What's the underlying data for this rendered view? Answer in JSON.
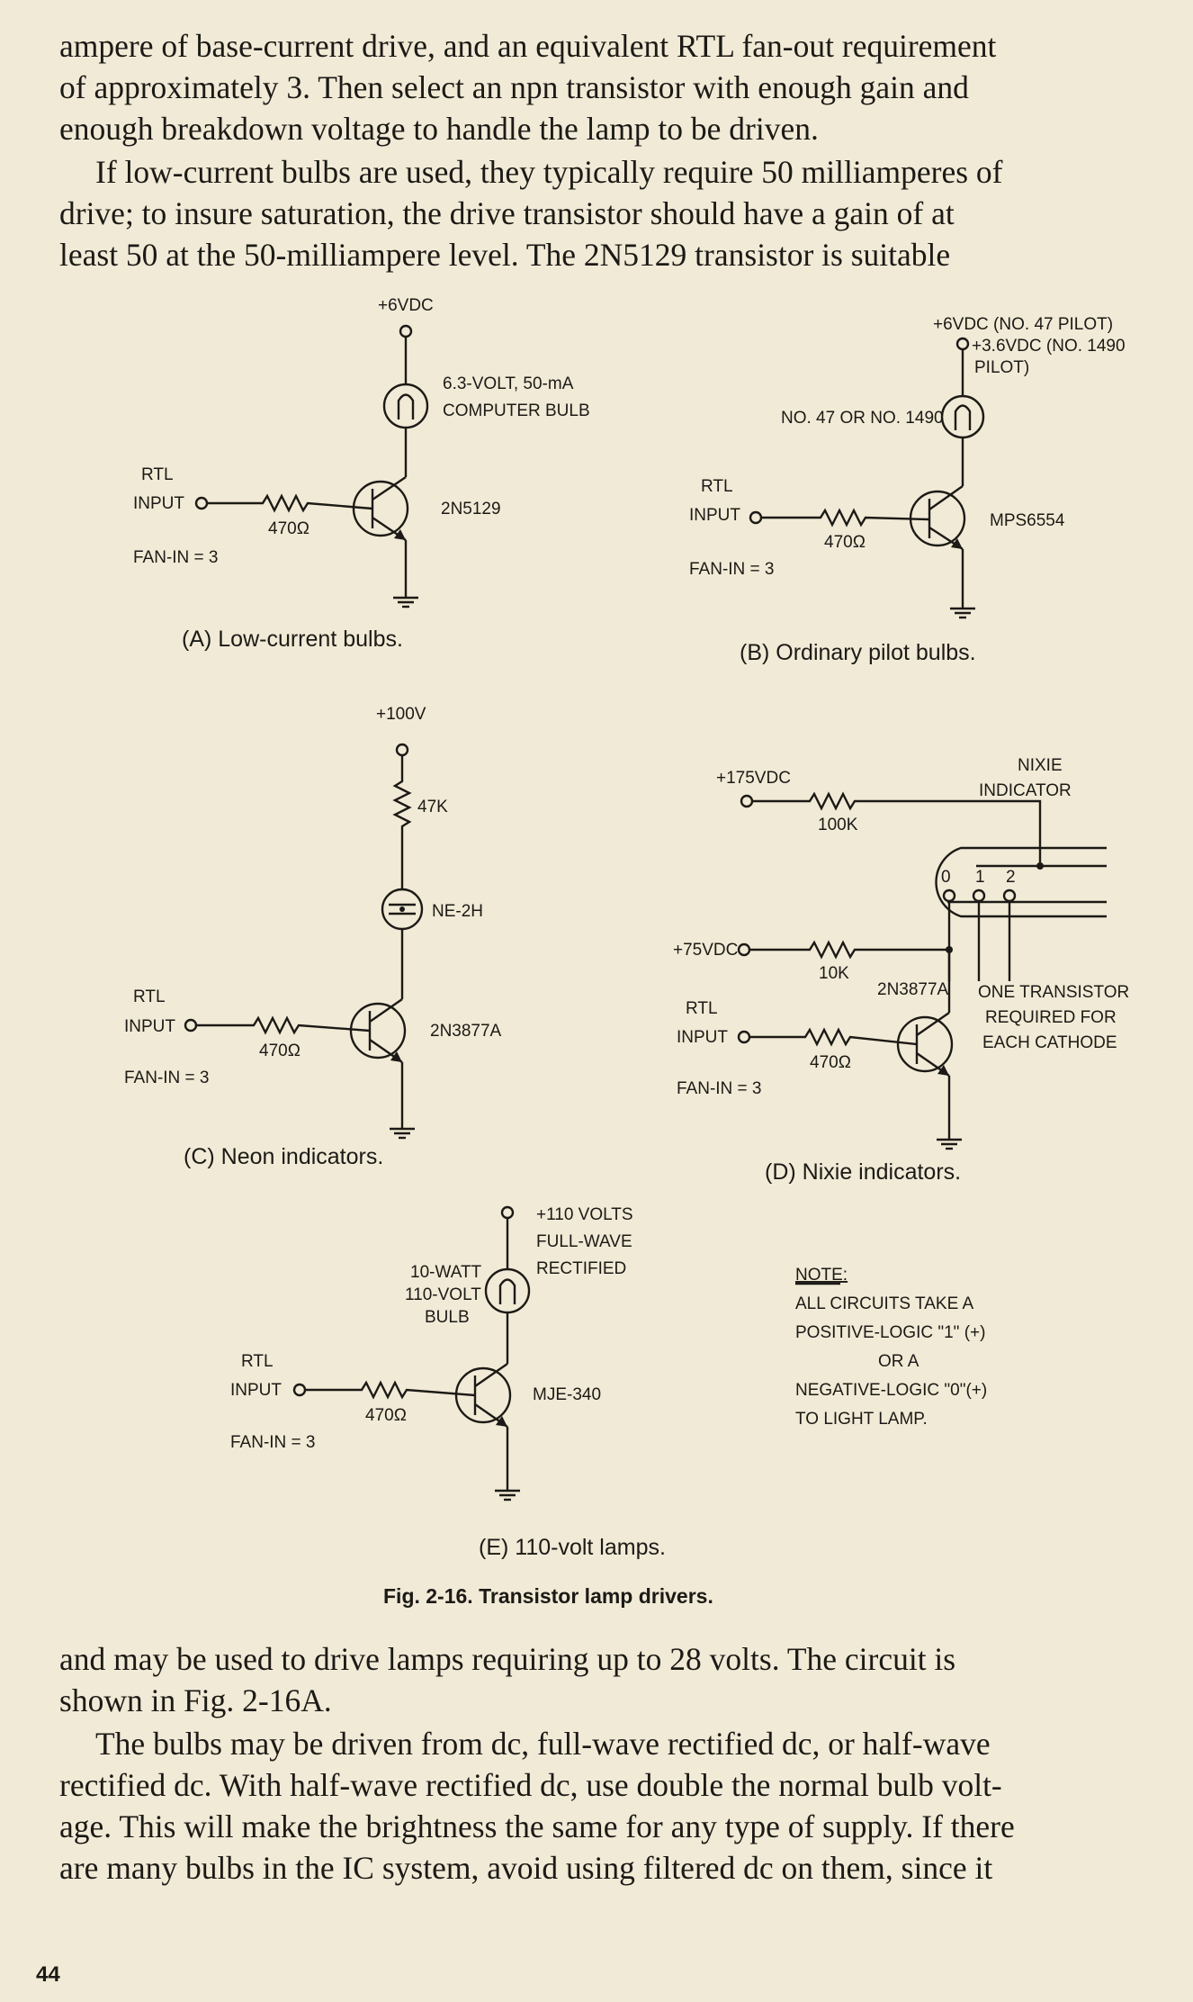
{
  "text_top": [
    "ampere of base-current drive, and an equivalent RTL fan-out requirement",
    "of approximately 3. Then select an npn transistor with enough gain and",
    "enough breakdown voltage to handle the lamp to be driven.",
    "If low-current bulbs are used, they typically require 50 milliamperes of",
    "drive; to insure saturation, the drive transistor should have a gain of at",
    "least 50 at the 50-milliampere level. The 2N5129 transistor is suitable"
  ],
  "text_bottom": [
    "and may be used to drive lamps requiring up to 28 volts. The circuit is",
    "shown in Fig. 2-16A.",
    "The bulbs may be driven from dc, full-wave rectified dc, or half-wave",
    "rectified dc. With half-wave rectified dc, use double the normal bulb volt-",
    "age. This will make the brightness the same for any type of supply. If there",
    "are many bulbs in the IC system, avoid using filtered dc on them, since it"
  ],
  "figure": {
    "a": {
      "supply": "+6VDC",
      "bulb_line1": "6.3-VOLT, 50-mA",
      "bulb_line2": "COMPUTER BULB",
      "rtl": "RTL",
      "input": "INPUT",
      "resistor": "470Ω",
      "fanin": "FAN-IN = 3",
      "transistor": "2N5129",
      "caption": "(A) Low-current bulbs."
    },
    "b": {
      "supply1": "+6VDC (NO. 47 PILOT)",
      "supply2": "+3.6VDC (NO. 1490",
      "supply3": "PILOT)",
      "bulb": "NO. 47 OR NO. 1490",
      "rtl": "RTL",
      "input": "INPUT",
      "resistor": "470Ω",
      "fanin": "FAN-IN = 3",
      "transistor": "MPS6554",
      "caption": "(B) Ordinary pilot bulbs."
    },
    "c": {
      "supply": "+100V",
      "resistor_top": "47K",
      "lamp": "NE-2H",
      "rtl": "RTL",
      "input": "INPUT",
      "resistor": "470Ω",
      "fanin": "FAN-IN = 3",
      "transistor": "2N3877A",
      "caption": "(C) Neon indicators."
    },
    "d": {
      "supply_high": "+175VDC",
      "resistor_high": "100K",
      "nixie1": "NIXIE",
      "nixie2": "INDICATOR",
      "digit0": "0",
      "digit1": "1",
      "digit2": "2",
      "supply_low": "+75VDC",
      "resistor_low": "10K",
      "transistor": "2N3877A",
      "note1": "ONE TRANSISTOR",
      "note2": "REQUIRED FOR",
      "note3": "EACH CATHODE",
      "rtl": "RTL",
      "input": "INPUT",
      "resistor": "470Ω",
      "fanin": "FAN-IN = 3",
      "caption": "(D) Nixie indicators."
    },
    "e": {
      "supply1": "+110 VOLTS",
      "supply2": "FULL-WAVE",
      "supply3": "RECTIFIED",
      "bulb1": "10-WATT",
      "bulb2": "110-VOLT",
      "bulb3": "BULB",
      "rtl": "RTL",
      "input": "INPUT",
      "resistor": "470Ω",
      "fanin": "FAN-IN = 3",
      "transistor": "MJE-340",
      "caption": "(E) 110-volt lamps."
    },
    "note": {
      "title": "NOTE:",
      "line1": "ALL CIRCUITS TAKE A",
      "line2": "POSITIVE-LOGIC \"1\" (+)",
      "line3": "OR A",
      "line4": "NEGATIVE-LOGIC \"0\"(+)",
      "line5": "TO LIGHT LAMP."
    },
    "caption": "Fig. 2-16. Transistor lamp drivers."
  },
  "page_number": "44"
}
